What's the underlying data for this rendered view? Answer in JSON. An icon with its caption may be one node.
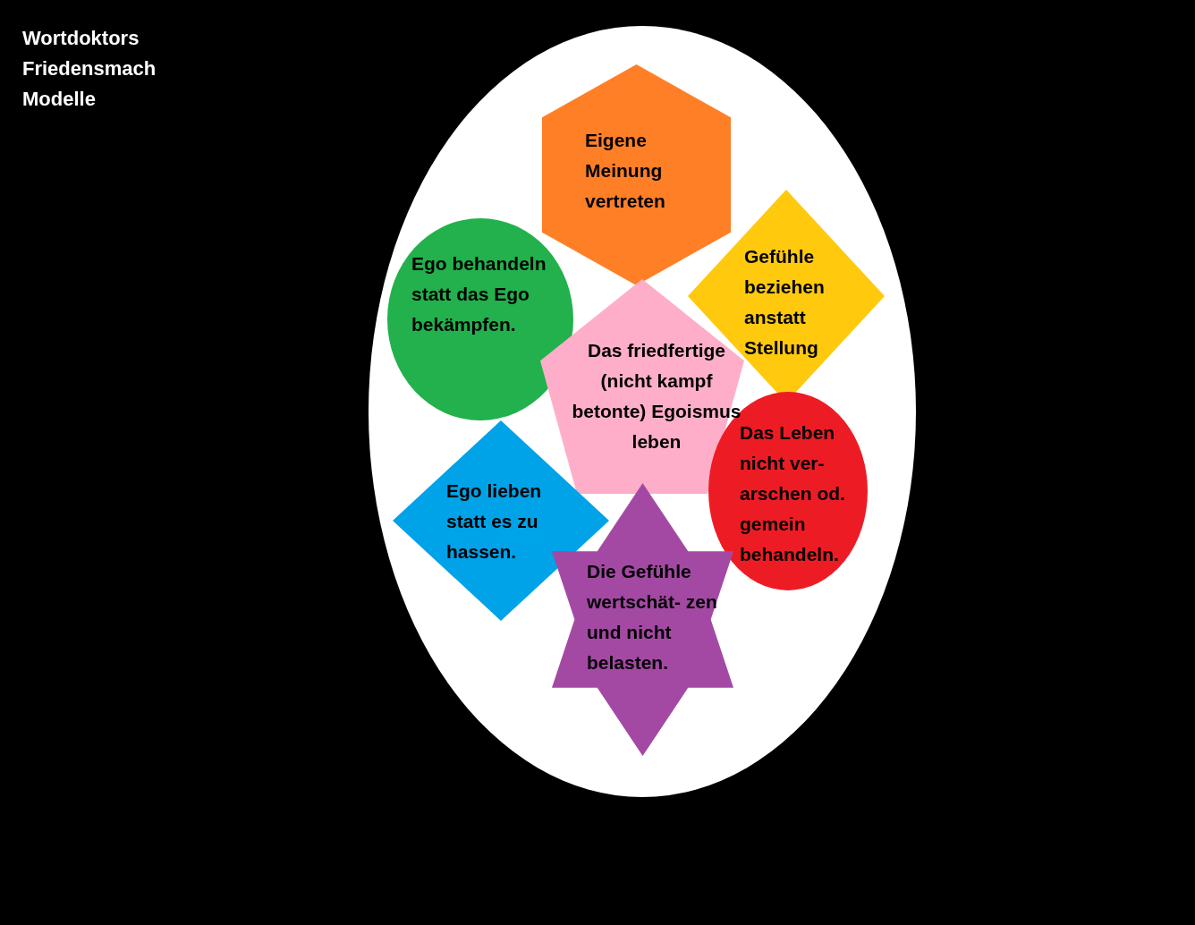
{
  "diagram": {
    "title": "Wortdoktors Friedensmach Modelle",
    "nodes": [
      {
        "text": [],
        "shape": "ellipse"
      },
      {
        "text": [
          "Eigene Meinung vertreten"
        ],
        "in": 0
      },
      {
        "text": [
          "Ego behandeln statt das Ego bekämpfen."
        ],
        "in": 0
      },
      {
        "text": [
          "Gefühle beziehen anstatt Stellung"
        ],
        "in": 0
      },
      {
        "text": [
          "Das friedfertige (nicht kampf betonte) Egoismus leben"
        ],
        "in": 0
      },
      {
        "text": [
          "Das Leben nicht ver- arschen od. gemein behandeln."
        ],
        "in": 0
      },
      {
        "text": [
          "Ego lieben statt es zu hassen."
        ],
        "in": 0
      },
      {
        "text": [
          "Die Gefühle wertschät- zen und nicht belasten."
        ],
        "in": 0
      }
    ],
    "edges": []
  }
}
